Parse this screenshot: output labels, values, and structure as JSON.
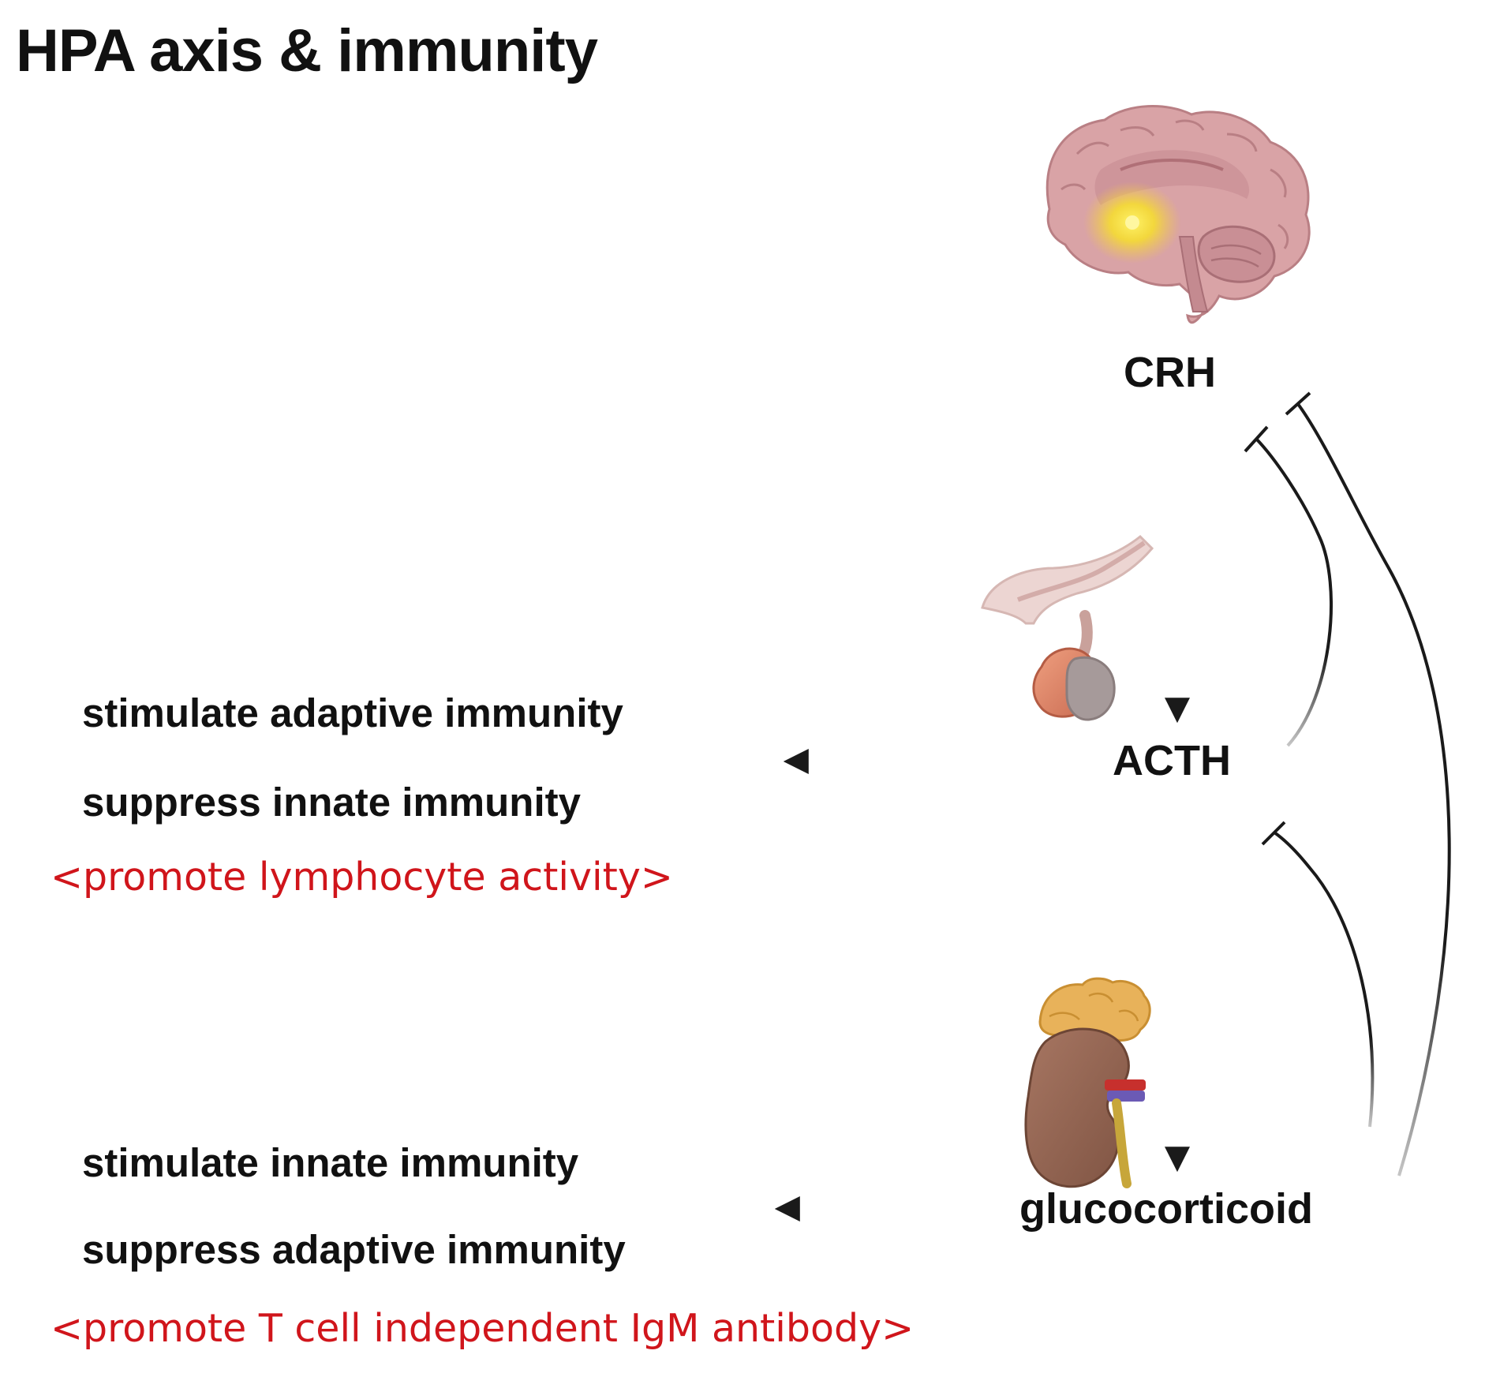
{
  "title": "HPA axis & immunity",
  "hormones": {
    "crh": "CRH",
    "acth": "ACTH",
    "glucocorticoid": "glucocorticoid"
  },
  "acth_effects": {
    "stimulate": "stimulate adaptive immunity",
    "suppress": "suppress innate immunity",
    "note": "<promote lymphocyte activity>"
  },
  "glucocorticoid_effects": {
    "stimulate": "stimulate innate immunity",
    "suppress": "suppress adaptive immunity",
    "note": "<promote T cell independent IgM antibody>"
  },
  "illustrations": {
    "brain": "brain-icon",
    "pituitary": "pituitary-icon",
    "adrenal": "kidney-adrenal-icon"
  },
  "colors": {
    "text": "#111111",
    "note": "#d0151b",
    "arrow": "#1a1a1a",
    "brain": "#d9a3a6",
    "hypothalamus_glow": "#f7e02a",
    "pituitary": "#e08a6e",
    "kidney": "#9b6a55",
    "adrenal_gland": "#e8b25a"
  }
}
